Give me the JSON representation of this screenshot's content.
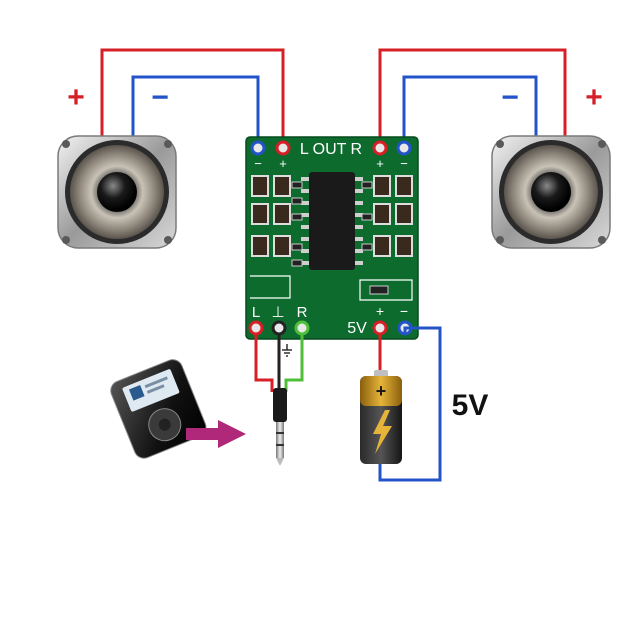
{
  "speakers": {
    "left": {
      "plus": "+",
      "minus": "−"
    },
    "right": {
      "plus": "+",
      "minus": "−"
    }
  },
  "board": {
    "out_label": "L OUT R",
    "top_minus_left": "−",
    "top_plus_left": "+",
    "top_plus_right": "+",
    "top_minus_right": "−",
    "in_left": "L",
    "in_ground": "⊥",
    "in_right": "R",
    "power_label": "5V",
    "power_plus": "+",
    "power_minus": "−"
  },
  "power": {
    "voltage_label": "5V",
    "battery_plus": "+"
  },
  "colors": {
    "wire_positive": "#d61f26",
    "wire_negative": "#2353c9",
    "wire_right_channel": "#4fbf3a",
    "board_green": "#0d6b2e",
    "chip_black": "#1a1a1a",
    "battery_gold": "#c8941c",
    "arrow_purple": "#b0287a"
  },
  "icons": [
    "speaker-icon",
    "mp3-player-icon",
    "audio-jack-icon",
    "battery-icon",
    "arrow-right-icon",
    "ground-icon"
  ]
}
